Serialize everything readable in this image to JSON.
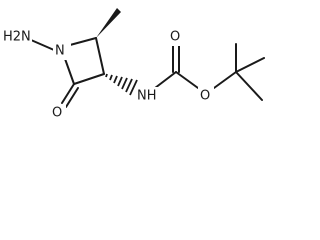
{
  "molecule": {
    "atoms": {
      "amine": "H2N",
      "ring_nitrogen": "N",
      "carbonyl_oxygen_ring": "O",
      "carbamate_nh": "NH",
      "carbonyl_oxygen_carbamate": "O",
      "ester_oxygen": "O"
    }
  },
  "colors": {
    "bond": "#1a1a1a",
    "background": "#ffffff"
  }
}
